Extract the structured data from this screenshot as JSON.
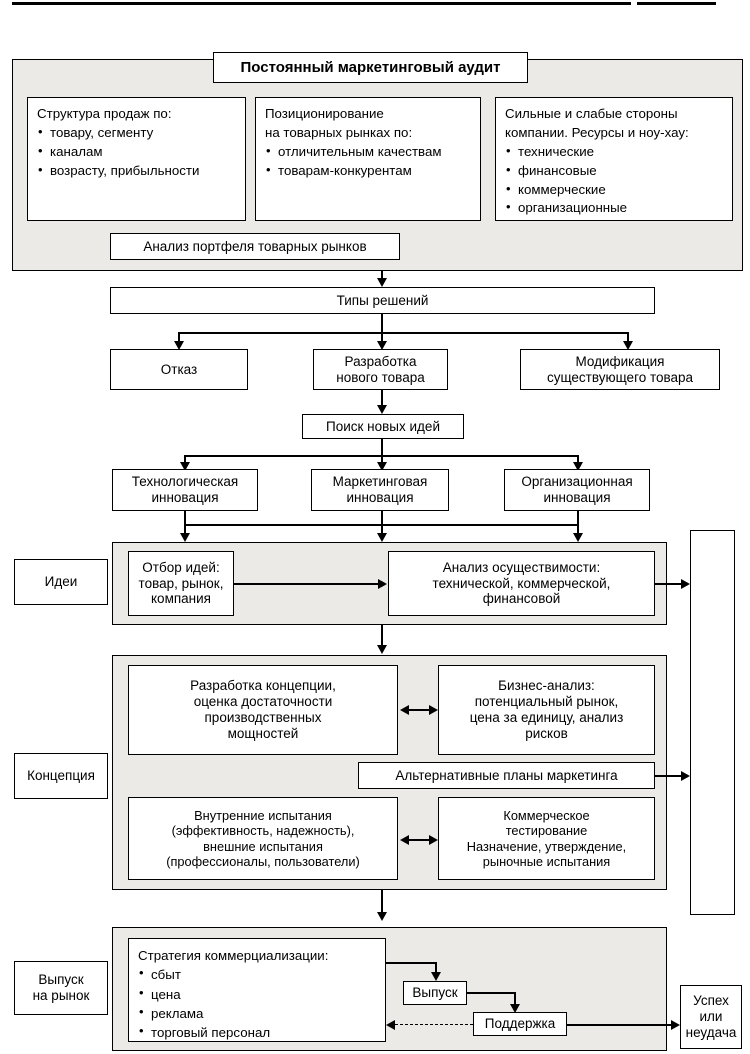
{
  "diagram": {
    "title": "Постоянный маркетинговый аудит",
    "audit_columns": [
      {
        "heading": "Структура продаж по:",
        "items": [
          "товару, сегменту",
          "каналам",
          "возрасту, прибыльности"
        ]
      },
      {
        "heading_line1": "Позиционирование",
        "heading_line2": "на товарных рынках по:",
        "items": [
          "отличительным качествам",
          "товарам-конкурентам"
        ]
      },
      {
        "heading_line1": "Сильные и слабые стороны",
        "heading_line2": "компании. Ресурсы и ноу-хау:",
        "items": [
          "технические",
          "финансовые",
          "коммерческие",
          "организационные"
        ]
      }
    ],
    "portfolio_analysis": "Анализ портфеля товарных рынков",
    "decision_types": "Типы решений",
    "decisions": [
      {
        "line1": "Отказ",
        "line2": ""
      },
      {
        "line1": "Разработка",
        "line2": "нового товара"
      },
      {
        "line1": "Модификация",
        "line2": "существующего товара"
      }
    ],
    "idea_search": "Поиск новых идей",
    "innovations": [
      {
        "line1": "Технологическая",
        "line2": "инновация"
      },
      {
        "line1": "Маркетинговая",
        "line2": "инновация"
      },
      {
        "line1": "Организационная",
        "line2": "инновация"
      }
    ],
    "stage_labels": {
      "ideas": "Идеи",
      "concept": "Концепция",
      "launch_line1": "Выпуск",
      "launch_line2": "на рынок"
    },
    "ideas_stage": {
      "screening": {
        "line1": "Отбор идей:",
        "line2": "товар, рынок,",
        "line3": "компания"
      },
      "feasibility": {
        "line1": "Анализ осуществимости:",
        "line2": "технической, коммерческой,",
        "line3": "финансовой"
      }
    },
    "concept_stage": {
      "development": {
        "line1": "Разработка концепции,",
        "line2": "оценка достаточности",
        "line3": "производственных",
        "line4": "мощностей"
      },
      "business_analysis": {
        "line1": "Бизнес-анализ:",
        "line2": "потенциальный рынок,",
        "line3": "цена за единицу, анализ",
        "line4": "рисков"
      },
      "alternative_plans": "Альтернативные планы маркетинга",
      "internal_tests": {
        "line1": "Внутренние испытания",
        "line2": "(эффективность, надежность),",
        "line3": "внешние испытания",
        "line4": "(профессионалы, пользователи)"
      },
      "commercial_tests": {
        "line1": "Коммерческое",
        "line2": "тестирование",
        "line3": "Назначение, утверждение,",
        "line4": "рыночные испытания"
      }
    },
    "launch_stage": {
      "strategy_heading": "Стратегия коммерциализации:",
      "strategy_items": [
        "сбыт",
        "цена",
        "реклама",
        "торговый персонал"
      ],
      "release": "Выпуск",
      "support": "Поддержка",
      "outcome": {
        "line1": "Успех",
        "line2": "или",
        "line3": "неудача"
      }
    }
  }
}
